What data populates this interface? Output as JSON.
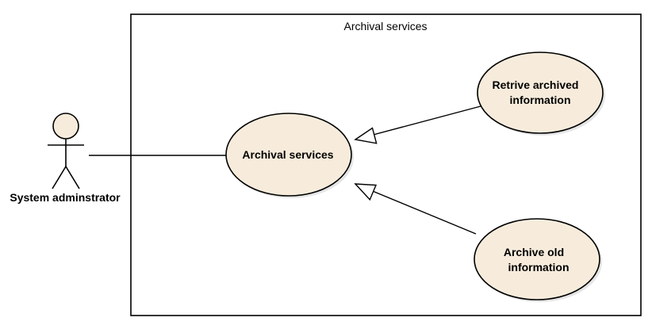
{
  "diagram": {
    "type": "use-case",
    "boundary": {
      "title": "Archival services"
    },
    "actor": {
      "name": "System adminstrator",
      "color": "#f7ecdc"
    },
    "use_cases": [
      {
        "id": "archival-services",
        "lines": [
          "Archival services"
        ]
      },
      {
        "id": "retrieve-archived-information",
        "lines": [
          "Retrive archived",
          "information"
        ]
      },
      {
        "id": "archive-old-information",
        "lines": [
          "Archive old",
          "information"
        ]
      }
    ],
    "relationships": [
      {
        "type": "association",
        "from": "System adminstrator",
        "to": "archival-services"
      },
      {
        "type": "generalization",
        "from": "retrieve-archived-information",
        "to": "archival-services"
      },
      {
        "type": "generalization",
        "from": "archive-old-information",
        "to": "archival-services"
      }
    ],
    "colors": {
      "use_case_fill": "#f7ecdc",
      "stroke": "#000000",
      "background": "#ffffff"
    }
  }
}
